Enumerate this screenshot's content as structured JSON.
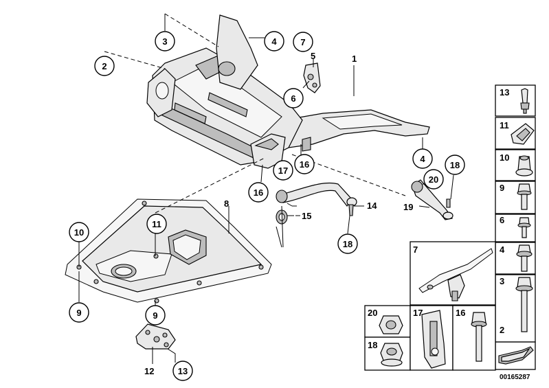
{
  "diagram": {
    "callouts": {
      "c1": "1",
      "c2": "2",
      "c3": "3",
      "c4a": "4",
      "c4b": "4",
      "c5": "5",
      "c6": "6",
      "c7": "7",
      "c8": "8",
      "c9a": "9",
      "c9b": "9",
      "c10": "10",
      "c11": "11",
      "c12": "12",
      "c13": "13",
      "c14": "14",
      "c15": "15",
      "c16a": "16",
      "c16b": "16",
      "c17": "17",
      "c18a": "18",
      "c18b": "18",
      "c19": "19",
      "c20": "20"
    },
    "hardware_panel": {
      "items": [
        "13",
        "11",
        "10",
        "9",
        "6",
        "4",
        "3",
        "2"
      ]
    },
    "bottom_panel": {
      "items": [
        "7",
        "20",
        "18",
        "17",
        "16"
      ]
    },
    "catalog_number": "00165287"
  }
}
